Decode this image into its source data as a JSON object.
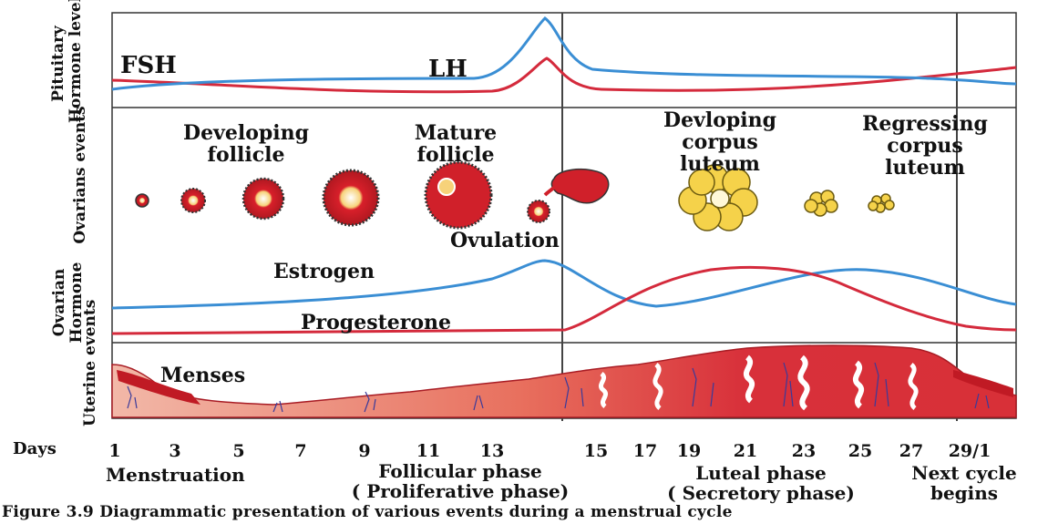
{
  "side_labels": {
    "pituitary_1": "Pituitary",
    "pituitary_2": "Hormone levels",
    "ovarian_events": "Ovarians events",
    "ovarian_hormone_1": "Ovarian",
    "ovarian_hormone_2": "Hormone",
    "uterine_events": "Uterine events"
  },
  "hormones": {
    "fsh": "FSH",
    "lh": "LH",
    "estrogen": "Estrogen",
    "progesterone": "Progesterone"
  },
  "ovary_events": {
    "developing_follicle_1": "Developing",
    "developing_follicle_2": "follicle",
    "mature_follicle_1": "Mature",
    "mature_follicle_2": "follicle",
    "ovulation": "Ovulation",
    "developing_cl_1": "Devloping",
    "developing_cl_2": "corpus",
    "developing_cl_3": "luteum",
    "regressing_cl_1": "Regressing",
    "regressing_cl_2": "corpus",
    "regressing_cl_3": "luteum"
  },
  "uterine": {
    "menses": "Menses"
  },
  "days_label": "Days",
  "days": [
    "1",
    "3",
    "5",
    "7",
    "9",
    "11",
    "13",
    "15",
    "17",
    "19",
    "21",
    "23",
    "25",
    "27",
    "29/1"
  ],
  "phases": {
    "menstruation": "Menstruation",
    "follicular_1": "Follicular phase",
    "follicular_2": "( Proliferative phase)",
    "luteal_1": "Luteal phase",
    "luteal_2": "( Secretory phase)",
    "next_1": "Next cycle",
    "next_2": "begins"
  },
  "caption": "Figure 3.9 Diagrammatic presentation of various events during a menstrual cycle",
  "colors": {
    "fsh_line": "#d42a3c",
    "lh_line": "#3a8ed4",
    "estrogen_line": "#3a8ed4",
    "progesterone_line": "#d42a3c",
    "endometrium": "#e0474a",
    "follicle": "#c81e28",
    "corpus_luteum": "#f5d24a"
  }
}
